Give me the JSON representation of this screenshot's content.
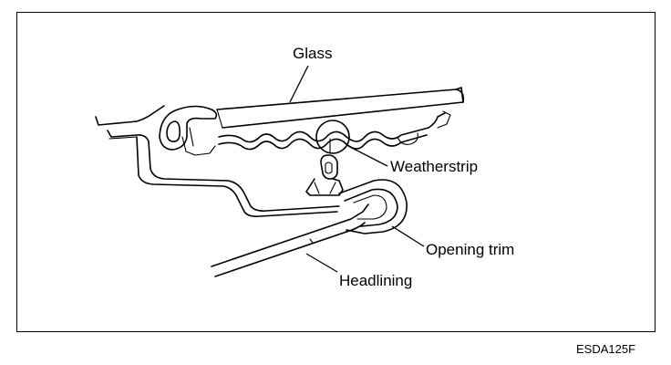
{
  "labels": {
    "glass": "Glass",
    "weatherstrip": "Weatherstrip",
    "opening_trim": "Opening trim",
    "headlining": "Headlining"
  },
  "figure_code": "ESDA125F"
}
